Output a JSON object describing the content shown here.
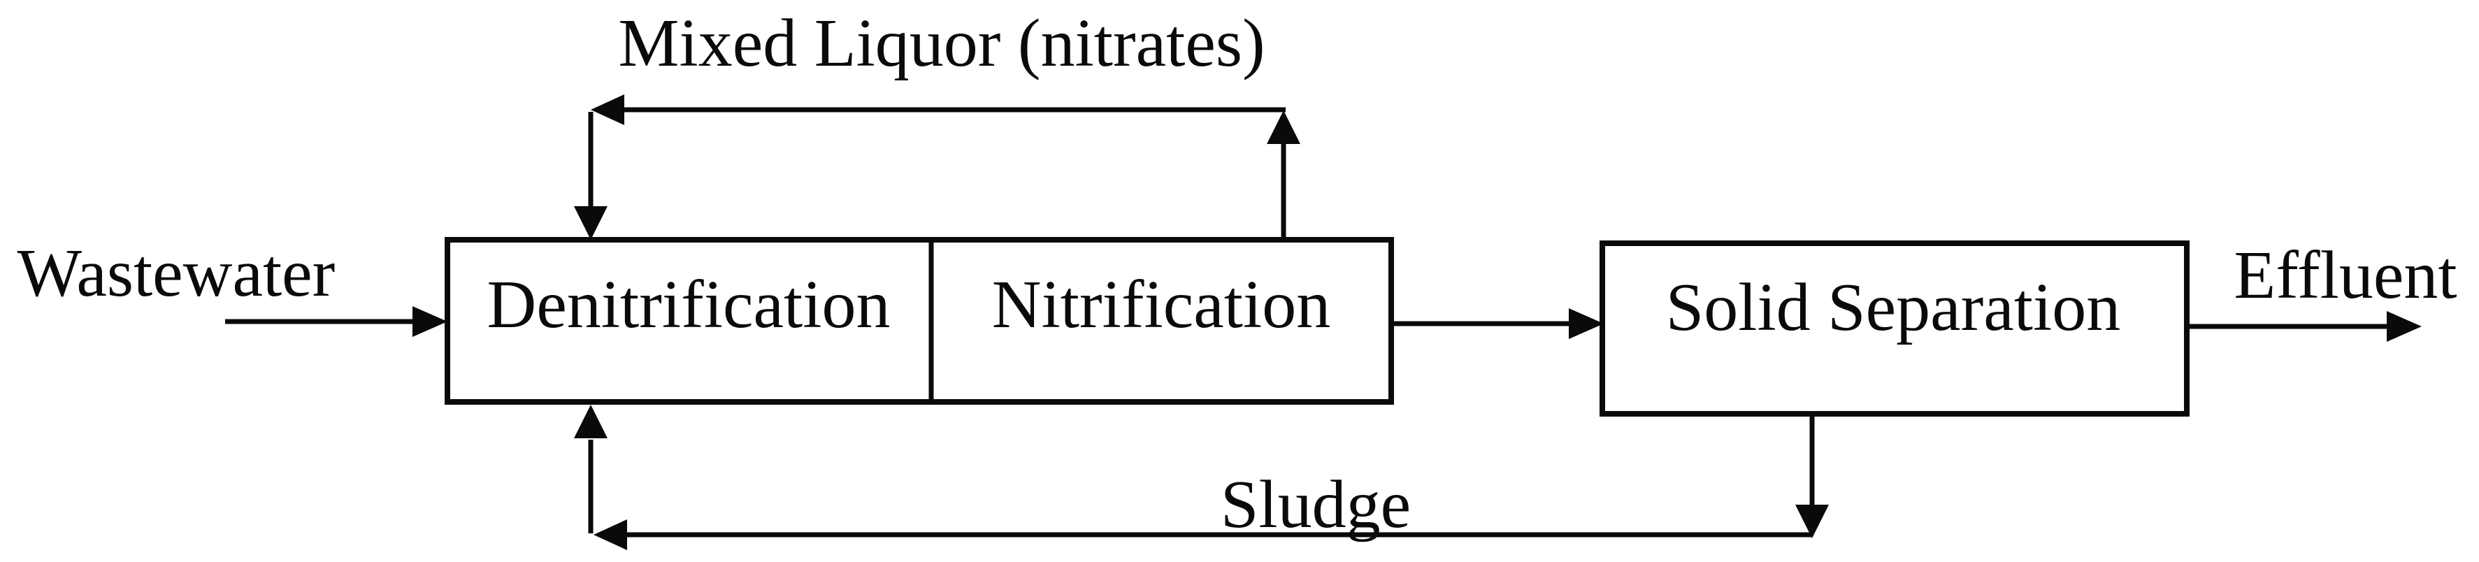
{
  "figure": {
    "type": "process-flow-diagram",
    "background_color": "#ffffff",
    "line_color": "#0a0a0a",
    "text_color": "#0a0a0a"
  },
  "labels": {
    "mixed_liquor": "Mixed Liquor (nitrates)",
    "wastewater": "Wastewater",
    "denitrification": "Denitrification",
    "nitrification": "Nitrification",
    "solid_separation": "Solid Separation",
    "effluent": "Effluent",
    "sludge": "Sludge"
  },
  "flows": [
    {
      "from": "Wastewater",
      "to": "Denitrification",
      "label": ""
    },
    {
      "from": "Nitrification",
      "to": "Denitrification",
      "label": "Mixed Liquor (nitrates)"
    },
    {
      "from": "Nitrification",
      "to": "Solid Separation",
      "label": ""
    },
    {
      "from": "Solid Separation",
      "to": "Effluent",
      "label": ""
    },
    {
      "from": "Solid Separation",
      "to": "Denitrification",
      "label": "Sludge"
    }
  ]
}
